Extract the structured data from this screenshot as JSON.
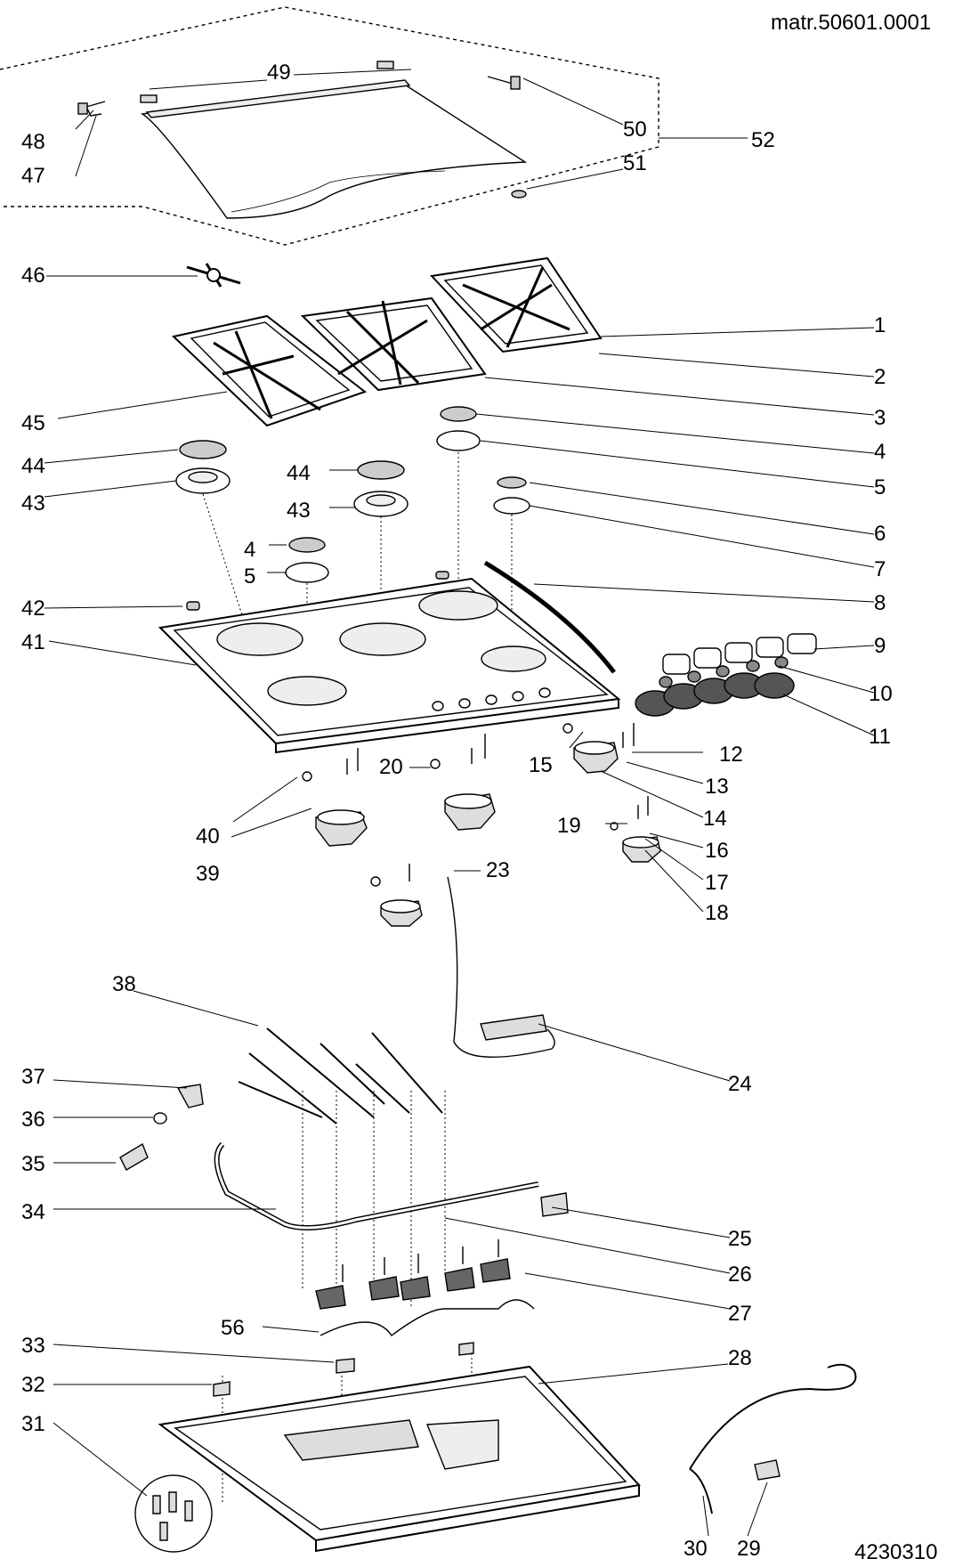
{
  "header": {
    "material_code": "matr.50601.0001"
  },
  "footer": {
    "drawing_number": "4230310"
  },
  "part_numbers": [
    "1",
    "2",
    "3",
    "4",
    "5",
    "6",
    "7",
    "8",
    "9",
    "10",
    "11",
    "12",
    "13",
    "14",
    "15",
    "16",
    "17",
    "18",
    "19",
    "20",
    "23",
    "24",
    "25",
    "26",
    "27",
    "28",
    "29",
    "30",
    "31",
    "32",
    "33",
    "34",
    "35",
    "36",
    "37",
    "38",
    "39",
    "40",
    "41",
    "42",
    "43",
    "44",
    "45",
    "46",
    "47",
    "48",
    "49",
    "50",
    "51",
    "52",
    "56"
  ],
  "callout_labels": {
    "p1": "1",
    "p2": "2",
    "p3": "3",
    "p4a": "4",
    "p4b": "4",
    "p5a": "5",
    "p5b": "5",
    "p6": "6",
    "p7": "7",
    "p8": "8",
    "p9": "9",
    "p10": "10",
    "p11": "11",
    "p12": "12",
    "p13": "13",
    "p14": "14",
    "p15": "15",
    "p16": "16",
    "p17": "17",
    "p18": "18",
    "p19": "19",
    "p20": "20",
    "p23": "23",
    "p24": "24",
    "p25": "25",
    "p26": "26",
    "p27": "27",
    "p28": "28",
    "p29": "29",
    "p30": "30",
    "p31": "31",
    "p32": "32",
    "p33": "33",
    "p34": "34",
    "p35": "35",
    "p36": "36",
    "p37": "37",
    "p38": "38",
    "p39": "39",
    "p40": "40",
    "p41": "41",
    "p42": "42",
    "p43a": "43",
    "p43b": "43",
    "p44a": "44",
    "p44b": "44",
    "p45": "45",
    "p46": "46",
    "p47": "47",
    "p48": "48",
    "p49": "49",
    "p50": "50",
    "p51": "51",
    "p52": "52",
    "p56": "56"
  },
  "colors": {
    "line": "#000000",
    "fill": "#ffffff",
    "shade": "#d8d8d8",
    "dark": "#555555"
  }
}
